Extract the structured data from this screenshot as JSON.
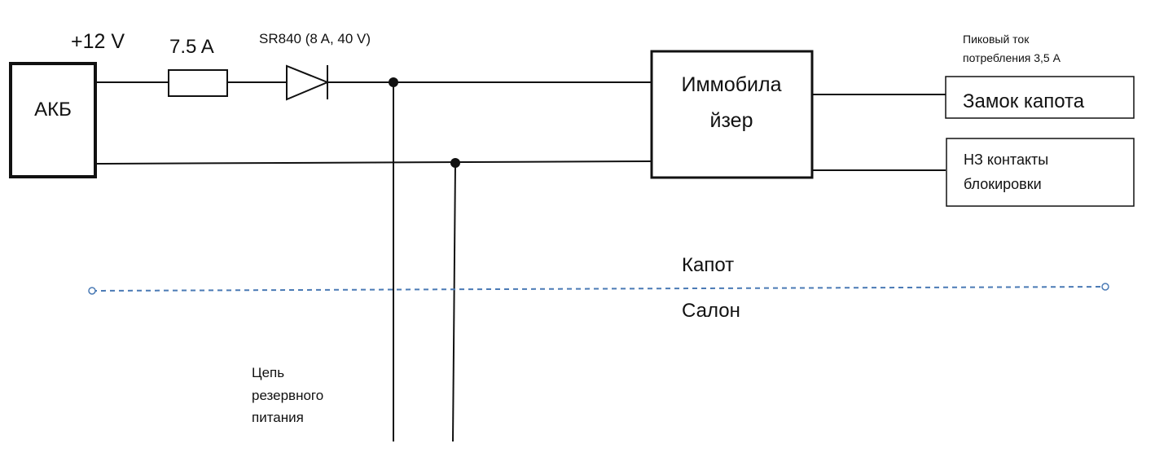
{
  "battery": {
    "label": "АКБ"
  },
  "supply": {
    "voltage": "+12 V"
  },
  "fuse": {
    "rating": "7.5 A"
  },
  "diode": {
    "part": "SR840 (8 A, 40 V)"
  },
  "immobilizer": {
    "line1": "Иммобила",
    "line2": "йзер"
  },
  "hood_lock": {
    "label": "Замок капота",
    "note_line1": "Пиковый ток",
    "note_line2": "потребления 3,5 А"
  },
  "nc_contacts": {
    "line1": "НЗ контакты",
    "line2": "блокировки"
  },
  "zones": {
    "upper": "Капот",
    "lower": "Салон"
  },
  "backup": {
    "line1": "Цепь",
    "line2": "резервного",
    "line3": "питания"
  },
  "colors": {
    "line": "#111111",
    "divider": "#4a7ab5"
  }
}
